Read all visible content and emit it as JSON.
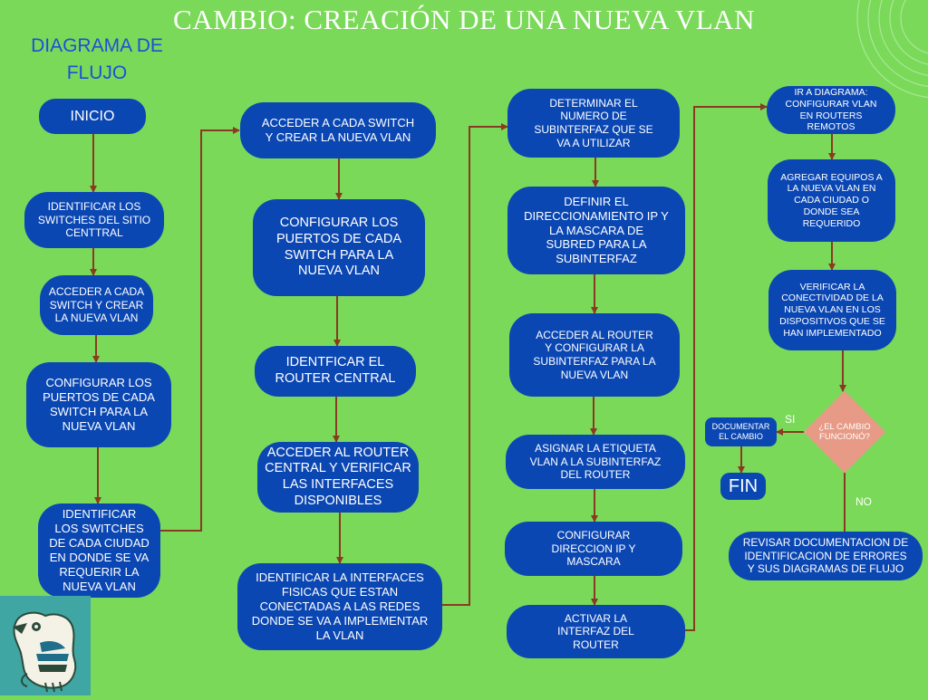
{
  "title": "CAMBIO: CREACIÓN DE UNA NUEVA VLAN",
  "subtitle": "DIAGRAMA DE FLUJO",
  "colors": {
    "background": "#7bd95a",
    "node": "#0b47b3",
    "decision": "#e79a86",
    "arrow": "#8a3a22",
    "subtitle": "#1f4fd6"
  },
  "column1": {
    "inicio": "INICIO",
    "step1": "IDENTIFICAR LOS SWITCHES DEL SITIO CENTTRAL",
    "step2": "ACCEDER A CADA SWITCH Y CREAR LA NUEVA VLAN",
    "step3": "CONFIGURAR LOS PUERTOS DE CADA SWITCH PARA LA NUEVA VLAN",
    "step4": "IDENTIFICAR LOS SWITCHES DE CADA CIUDAD EN DONDE SE VA REQUERIR LA NUEVA VLAN"
  },
  "column2": {
    "step1": "ACCEDER A CADA SWITCH Y CREAR LA NUEVA VLAN",
    "step2": "CONFIGURAR LOS PUERTOS DE CADA SWITCH PARA LA NUEVA VLAN",
    "step3": "IDENTFICAR EL ROUTER CENTRAL",
    "step4": "ACCEDER AL ROUTER CENTRAL Y VERIFICAR LAS INTERFACES DISPONIBLES",
    "step5": "IDENTIFICAR LA INTERFACES FISICAS QUE ESTAN CONECTADAS A LAS REDES DONDE SE VA A IMPLEMENTAR LA VLAN"
  },
  "column3": {
    "step1": "DETERMINAR EL NUMERO DE SUBINTERFAZ QUE SE VA A UTILIZAR",
    "step2": "DEFINIR EL DIRECCIONAMIENTO IP Y LA MASCARA  DE SUBRED PARA LA SUBINTERFAZ",
    "step3": "ACCEDER AL ROUTER Y CONFIGURAR LA SUBINTERFAZ PARA LA NUEVA VLAN",
    "step4": "ASIGNAR LA ETIQUETA VLAN A LA SUBINTERFAZ DEL ROUTER",
    "step5": "CONFIGURAR DIRECCION IP Y MASCARA",
    "step6": "ACTIVAR LA INTERFAZ DEL ROUTER"
  },
  "column4": {
    "step1": "IR A DIAGRAMA: CONFIGURAR VLAN EN ROUTERS REMOTOS",
    "step2": "AGREGAR EQUIPOS A LA NUEVA VLAN EN CADA CIUDAD O DONDE SEA REQUERIDO",
    "step3": "VERIFICAR LA CONECTIVIDAD DE LA NUEVA VLAN EN LOS DISPOSITIVOS QUE SE HAN IMPLEMENTADO",
    "decision": "¿EL CAMBIO FUNCIONÓ?",
    "yes_label": "SI",
    "no_label": "NO",
    "documentar": "DOCUMENTAR EL CAMBIO",
    "fin": "FIN",
    "revisar": "REVISAR DOCUMENTACION DE IDENTIFICACION DE ERRORES Y SUS DIAGRAMAS DE FLUJO"
  },
  "icons": {
    "logo": "eagle-logo-icon",
    "decoration": "concentric-arcs-icon"
  }
}
